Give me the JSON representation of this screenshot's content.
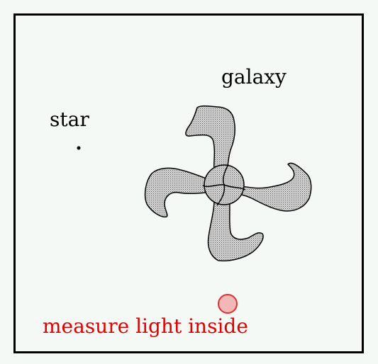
{
  "labels": {
    "galaxy": "galaxy",
    "star": "star",
    "aperture": "measure light inside"
  },
  "colors": {
    "background": "#f5f9f5",
    "frame": "#000000",
    "galaxy_fill": "#b8b8b8",
    "aperture": "#e03030",
    "aperture_fill": "#f2b8b8",
    "aperture_text": "#e00000"
  }
}
